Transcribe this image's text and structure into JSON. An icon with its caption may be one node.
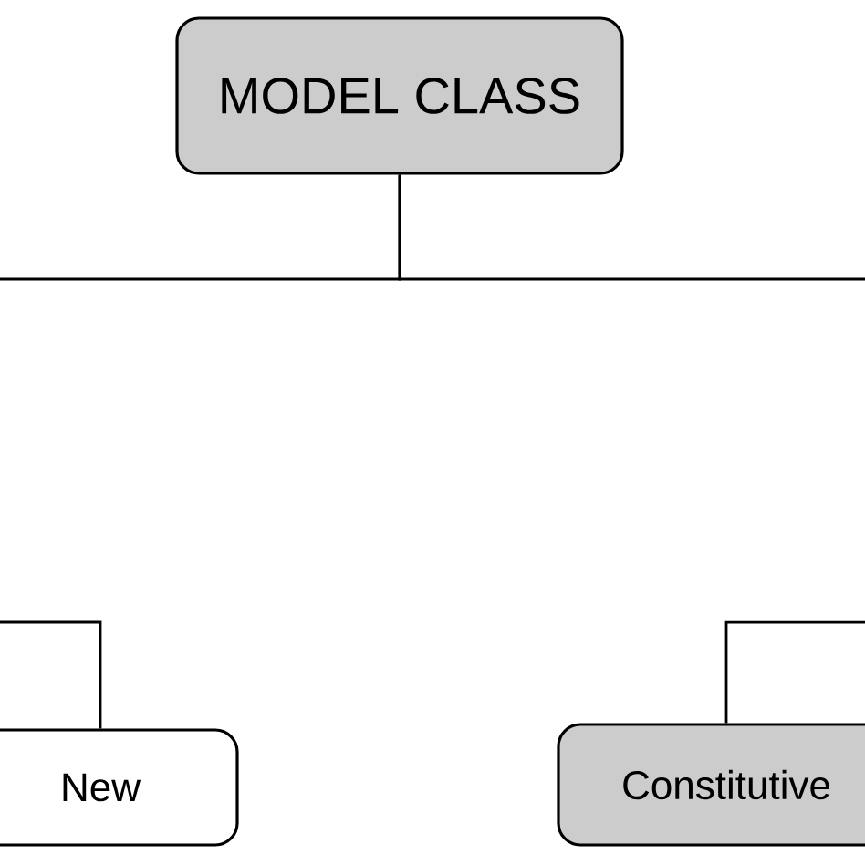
{
  "diagram": {
    "nodes": [
      {
        "text": [
          "MODEL CLASS"
        ]
      },
      {
        "text": [
          "New"
        ]
      },
      {
        "text": [
          "Constitutive"
        ]
      }
    ],
    "edges": [
      {
        "from": 0,
        "to": null,
        "arrow": "none"
      },
      {
        "from": 0,
        "to": null,
        "arrow": "none"
      },
      {
        "from": null,
        "to": 1,
        "arrow": "none"
      },
      {
        "from": null,
        "to": 2,
        "arrow": "none"
      }
    ]
  }
}
